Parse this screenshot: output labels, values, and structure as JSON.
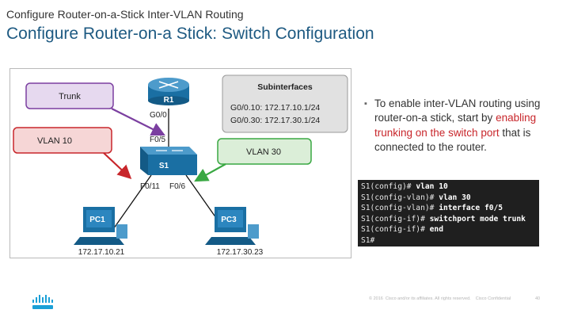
{
  "slide": {
    "subtitle": "Configure Router-on-a-Stick Inter-VLAN Routing",
    "title": "Configure Router-on-a Stick: Switch Configuration"
  },
  "diagram": {
    "labels": {
      "trunk": "Trunk",
      "vlan10": "VLAN 10",
      "vlan30": "VLAN 30",
      "subinterfaces_title": "Subinterfaces",
      "sub1": "G0/0.10: 172.17.10.1/24",
      "sub2": "G0/0.30: 172.17.30.1/24",
      "router": "R1",
      "router_port": "G0/0",
      "switch": "S1",
      "switch_uplink": "F0/5",
      "switch_port_left": "F0/11",
      "switch_port_right": "F0/6",
      "pc1": "PC1",
      "pc3": "PC3",
      "pc1_ip": "172.17.10.21",
      "pc3_ip": "172.17.30.23"
    },
    "colors": {
      "trunk": "#7b3fa0",
      "vlan10": "#c8262b",
      "vlan30": "#3aa843",
      "device": "#1a6fa3"
    }
  },
  "bullet": {
    "part1": "To enable inter-VLAN routing using router-on-a stick, start by ",
    "highlight": "enabling trunking on the switch port",
    "part2": " that is connected to the router."
  },
  "terminal": {
    "lines": [
      {
        "prompt": "S1(config)# ",
        "cmd": "vlan 10"
      },
      {
        "prompt": "S1(config-vlan)# ",
        "cmd": "vlan 30"
      },
      {
        "prompt": "S1(config-vlan)# ",
        "cmd": "interface f0/5"
      },
      {
        "prompt": "S1(config-if)# ",
        "cmd": "switchport mode trunk"
      },
      {
        "prompt": "S1(config-if)# ",
        "cmd": "end"
      },
      {
        "prompt": "S1#",
        "cmd": ""
      }
    ]
  },
  "footer": {
    "copyright": "© 2016  Cisco and/or its affiliates. All rights reserved.    Cisco Confidential",
    "page": "40"
  }
}
